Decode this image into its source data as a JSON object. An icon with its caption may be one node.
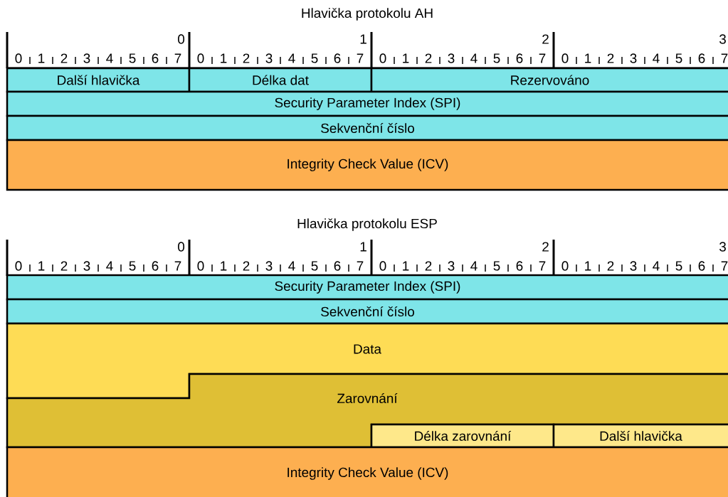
{
  "diagram": {
    "nodes": [
      {
        "text": [
          "Další hlavička"
        ]
      },
      {
        "text": [
          "Délka dat"
        ]
      },
      {
        "text": [
          "Rezervováno"
        ]
      },
      {
        "text": [
          "Security Parameter Index (SPI)"
        ]
      },
      {
        "text": [
          "Sekvenční číslo"
        ]
      },
      {
        "text": [
          "Integrity Check Value (ICV)"
        ]
      },
      {
        "text": [
          "Security Parameter Index (SPI)"
        ]
      },
      {
        "text": [
          "Sekvenční číslo"
        ]
      },
      {
        "text": [
          "Data"
        ]
      },
      {
        "text": [
          "Zarovnání"
        ]
      },
      {
        "text": [
          "Délka zarovnání"
        ]
      },
      {
        "text": [
          "Další hlavička"
        ]
      },
      {
        "text": [
          "Integrity Check Value (ICV)"
        ]
      }
    ],
    "labels": [
      "Hlavička protokolu AH",
      "0",
      "1",
      "2",
      "3",
      "0",
      "1",
      "2",
      "3",
      "4",
      "5",
      "6",
      "7",
      "0",
      "1",
      "2",
      "3",
      "4",
      "5",
      "6",
      "7",
      "0",
      "1",
      "2",
      "3",
      "4",
      "5",
      "6",
      "7",
      "0",
      "1",
      "2",
      "3",
      "4",
      "5",
      "6",
      "7",
      "Hlavička protokolu ESP",
      "0",
      "1",
      "2",
      "3",
      "0",
      "1",
      "2",
      "3",
      "4",
      "5",
      "6",
      "7",
      "0",
      "1",
      "2",
      "3",
      "4",
      "5",
      "6",
      "7",
      "0",
      "1",
      "2",
      "3",
      "4",
      "5",
      "6",
      "7",
      "0",
      "1",
      "2",
      "3",
      "4",
      "5",
      "6",
      "7"
    ]
  }
}
